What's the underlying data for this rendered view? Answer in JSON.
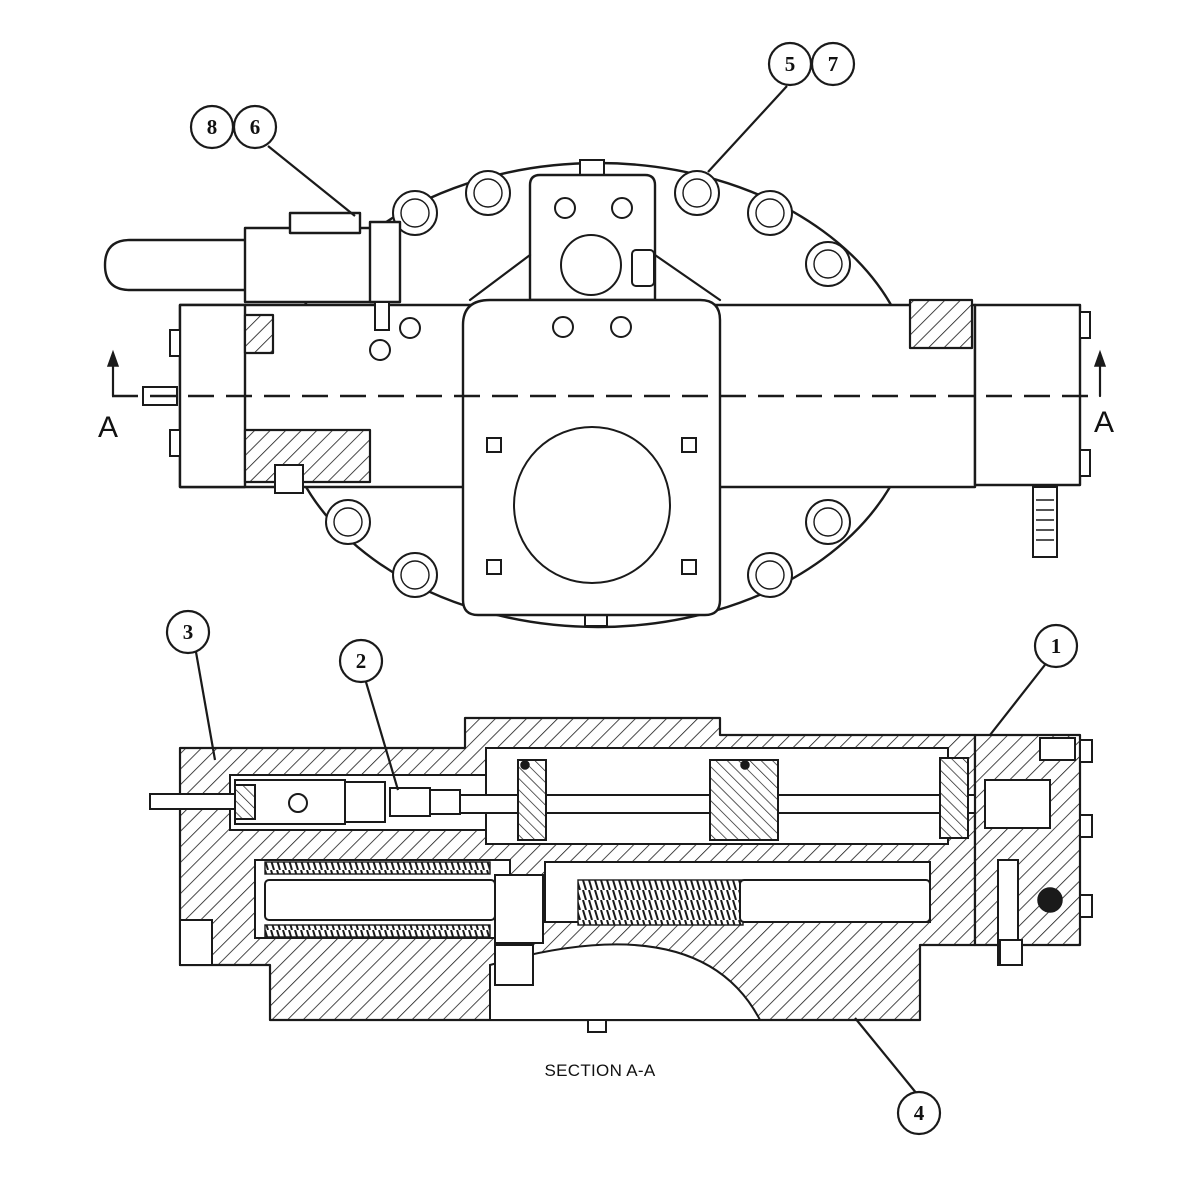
{
  "section_marks": {
    "left": "A",
    "right": "A"
  },
  "caption": "SECTION A-A",
  "balloons": {
    "b8": "8",
    "b6": "6",
    "b5": "5",
    "b7": "7",
    "b3": "3",
    "b2": "2",
    "b1": "1",
    "b4": "4"
  }
}
